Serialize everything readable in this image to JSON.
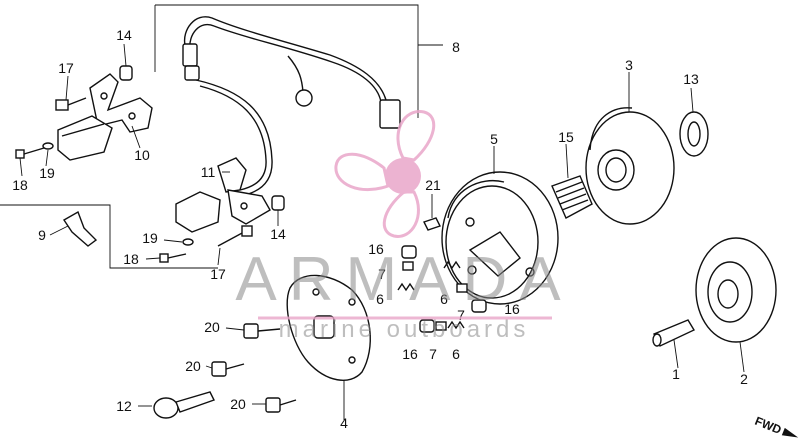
{
  "diagram": {
    "parts": [
      {
        "id": "p1",
        "label": "1"
      },
      {
        "id": "p2",
        "label": "2"
      },
      {
        "id": "p3",
        "label": "3"
      },
      {
        "id": "p4",
        "label": "4"
      },
      {
        "id": "p5",
        "label": "5"
      },
      {
        "id": "p6a",
        "label": "6"
      },
      {
        "id": "p6b",
        "label": "6"
      },
      {
        "id": "p6c",
        "label": "6"
      },
      {
        "id": "p7a",
        "label": "7"
      },
      {
        "id": "p7b",
        "label": "7"
      },
      {
        "id": "p7c",
        "label": "7"
      },
      {
        "id": "p8",
        "label": "8"
      },
      {
        "id": "p9",
        "label": "9"
      },
      {
        "id": "p10",
        "label": "10"
      },
      {
        "id": "p11",
        "label": "11"
      },
      {
        "id": "p12",
        "label": "12"
      },
      {
        "id": "p13",
        "label": "13"
      },
      {
        "id": "p14a",
        "label": "14"
      },
      {
        "id": "p14b",
        "label": "14"
      },
      {
        "id": "p15",
        "label": "15"
      },
      {
        "id": "p16a",
        "label": "16"
      },
      {
        "id": "p16b",
        "label": "16"
      },
      {
        "id": "p16c",
        "label": "16"
      },
      {
        "id": "p17a",
        "label": "17"
      },
      {
        "id": "p17b",
        "label": "17"
      },
      {
        "id": "p18a",
        "label": "18"
      },
      {
        "id": "p18b",
        "label": "18"
      },
      {
        "id": "p19a",
        "label": "19"
      },
      {
        "id": "p19b",
        "label": "19"
      },
      {
        "id": "p20a",
        "label": "20"
      },
      {
        "id": "p20b",
        "label": "20"
      },
      {
        "id": "p20c",
        "label": "20"
      },
      {
        "id": "p21",
        "label": "21"
      }
    ],
    "direction_label": "FWD"
  },
  "watermark": {
    "title": "ARMADA",
    "subtitle": "marine outboards",
    "logo_color": "#e9a6c9"
  }
}
